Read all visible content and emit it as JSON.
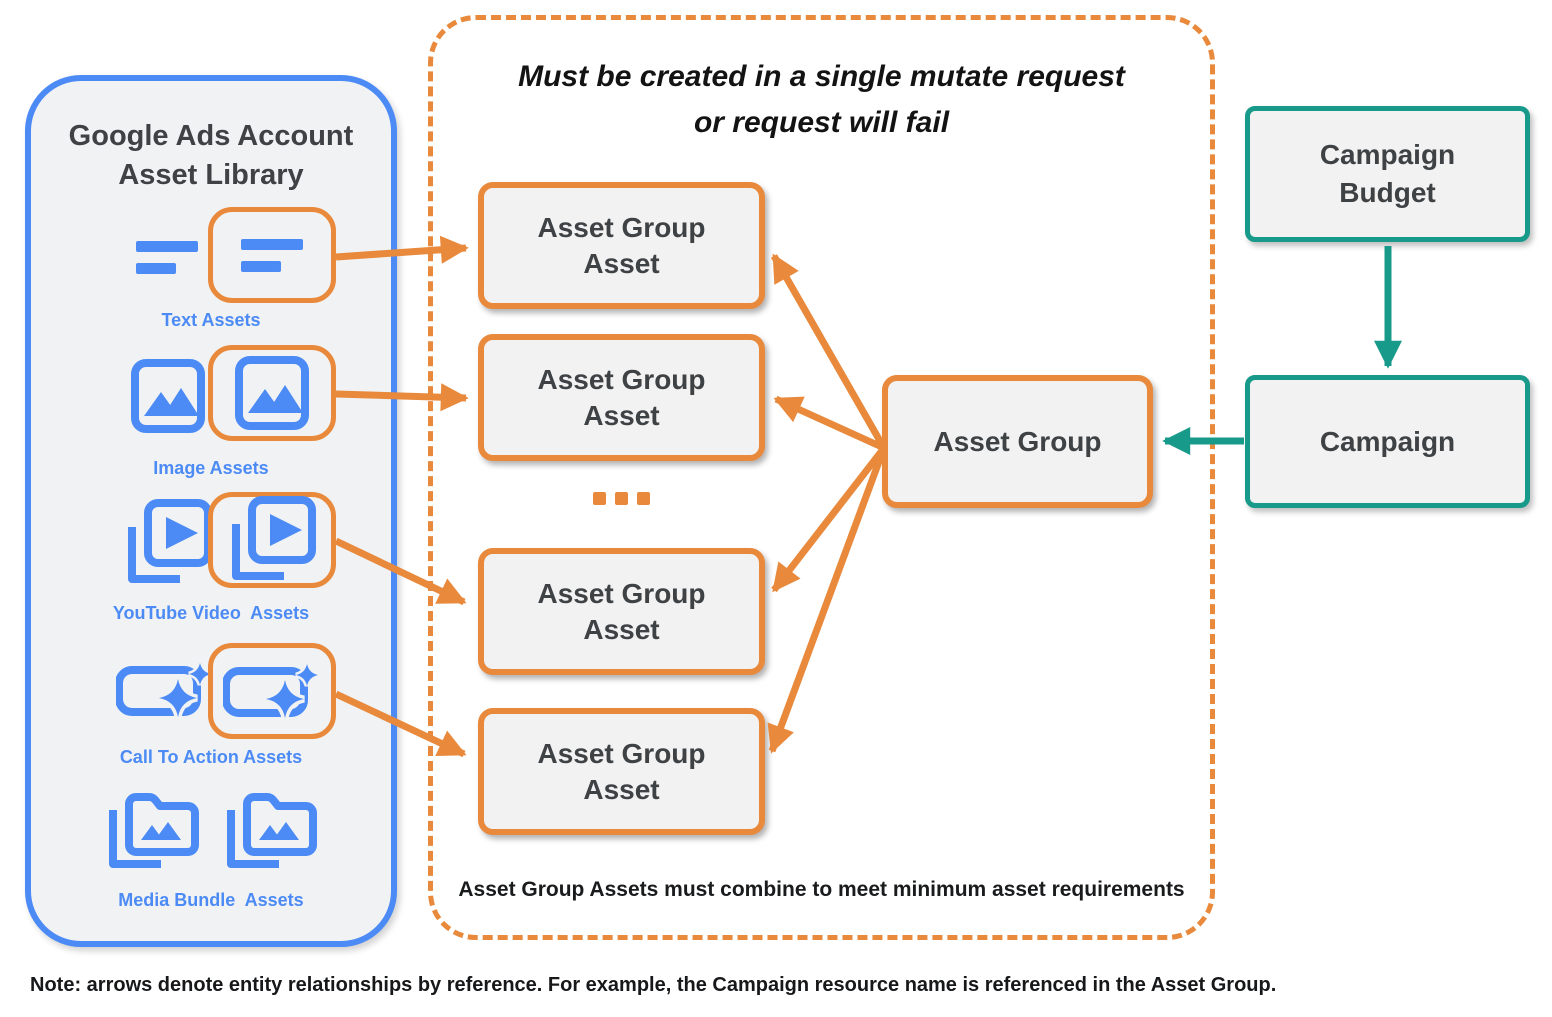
{
  "colors": {
    "orange": "#E8893C",
    "blue": "#4C8BF5",
    "teal": "#189A8A",
    "dark_text": "#3F4245",
    "box_fill": "#F2F2F2",
    "library_fill": "#F1F2F4"
  },
  "library": {
    "title_line1": "Google Ads Account",
    "title_line2": "Asset Library",
    "items": [
      {
        "label": "Text Assets",
        "icon": "text-asset-icon"
      },
      {
        "label": "Image Assets",
        "icon": "image-asset-icon"
      },
      {
        "label": "YouTube Video  Assets",
        "icon": "youtube-video-asset-icon"
      },
      {
        "label": "Call To Action Assets",
        "icon": "call-to-action-asset-icon"
      },
      {
        "label": "Media Bundle  Assets",
        "icon": "media-bundle-asset-icon"
      }
    ]
  },
  "mutate_panel": {
    "title_line1": "Must be created in a single mutate request",
    "title_line2": "or request will fail",
    "asset_group_asset": {
      "line1": "Asset Group",
      "line2": "Asset"
    },
    "ellipsis": "...",
    "footnote": "Asset Group Assets must combine to meet minimum asset requirements"
  },
  "asset_group": {
    "label": "Asset Group"
  },
  "campaign_budget": {
    "line1": "Campaign",
    "line2": "Budget"
  },
  "campaign": {
    "label": "Campaign"
  },
  "note": "Note: arrows denote entity relationships by reference. For example, the Campaign resource name is referenced in the Asset Group."
}
